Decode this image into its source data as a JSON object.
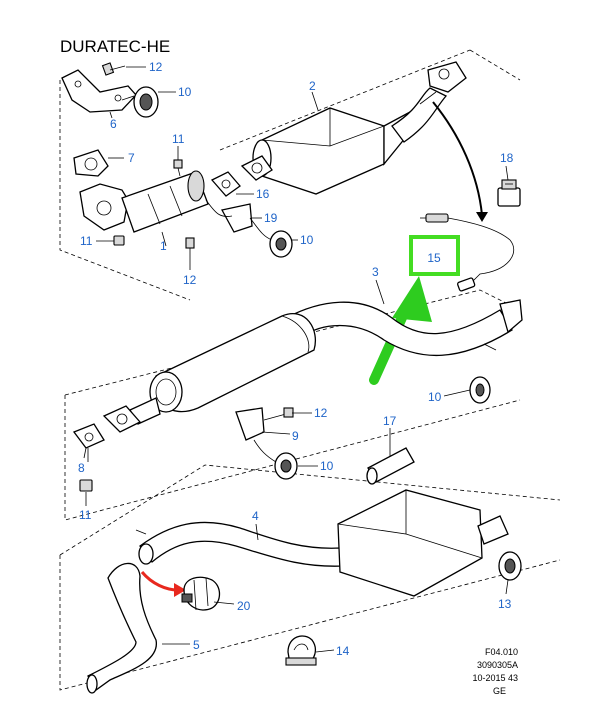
{
  "diagram": {
    "title": "DURATEC-HE",
    "footer": [
      "F04.010",
      "3090305A",
      "10-2015 43",
      "GE"
    ],
    "highlight_color": "#2ecc1f",
    "highlight_label": "15",
    "highlight_box_color": "#44dd22",
    "callout_color": "#1f64c8",
    "red_arrow_color": "#e8281e",
    "callouts": [
      {
        "id": "c12a",
        "text": "12"
      },
      {
        "id": "c10a",
        "text": "10"
      },
      {
        "id": "c6",
        "text": "6"
      },
      {
        "id": "c2",
        "text": "2"
      },
      {
        "id": "c7",
        "text": "7"
      },
      {
        "id": "c11a",
        "text": "11"
      },
      {
        "id": "c18",
        "text": "18"
      },
      {
        "id": "c16",
        "text": "16"
      },
      {
        "id": "c19",
        "text": "19"
      },
      {
        "id": "c11b",
        "text": "11"
      },
      {
        "id": "c1",
        "text": "1"
      },
      {
        "id": "c10b",
        "text": "10"
      },
      {
        "id": "c12b",
        "text": "12"
      },
      {
        "id": "c3",
        "text": "3"
      },
      {
        "id": "c10c",
        "text": "10"
      },
      {
        "id": "c12c",
        "text": "12"
      },
      {
        "id": "c9",
        "text": "9"
      },
      {
        "id": "c8",
        "text": "8"
      },
      {
        "id": "c17",
        "text": "17"
      },
      {
        "id": "c10d",
        "text": "10"
      },
      {
        "id": "c11c",
        "text": "11"
      },
      {
        "id": "c4",
        "text": "4"
      },
      {
        "id": "c13",
        "text": "13"
      },
      {
        "id": "c20",
        "text": "20"
      },
      {
        "id": "c5",
        "text": "5"
      },
      {
        "id": "c14",
        "text": "14"
      }
    ]
  }
}
